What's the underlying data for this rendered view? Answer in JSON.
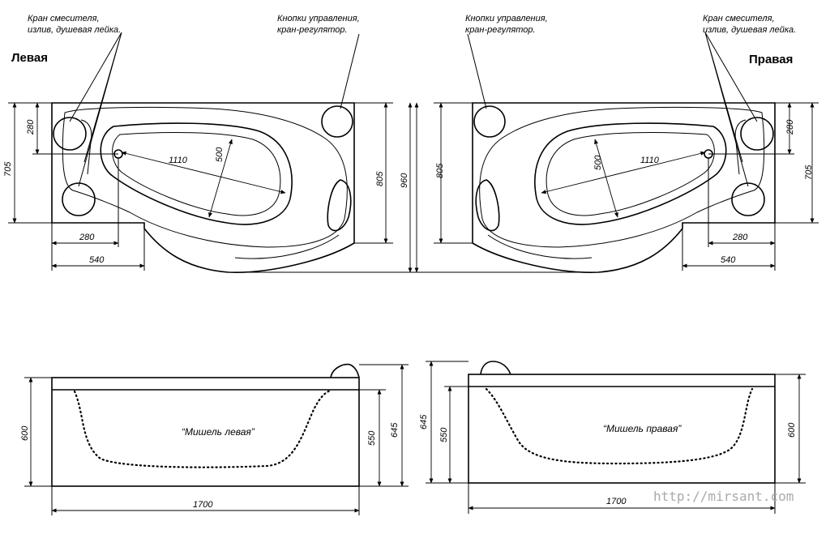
{
  "labels": {
    "faucet_note_line1": "Кран смесителя,",
    "faucet_note_line2": "излив, душевая лейка.",
    "controls_note_line1": "Кнопки управления,",
    "controls_note_line2": "кран-регулятор.",
    "left_title": "Левая",
    "right_title": "Правая",
    "model_left": "“Мишель левая”",
    "model_right": "“Мишель правая”",
    "watermark": "http://mirsant.com"
  },
  "dimensions": {
    "d280": "280",
    "d705": "705",
    "d1110": "1110",
    "d500": "500",
    "d805": "805",
    "d960": "960",
    "d540": "540",
    "d600": "600",
    "d550": "550",
    "d645": "645",
    "d1700": "1700"
  },
  "colors": {
    "line": "#000000",
    "background": "#ffffff",
    "watermark": "#aaaaaa"
  }
}
